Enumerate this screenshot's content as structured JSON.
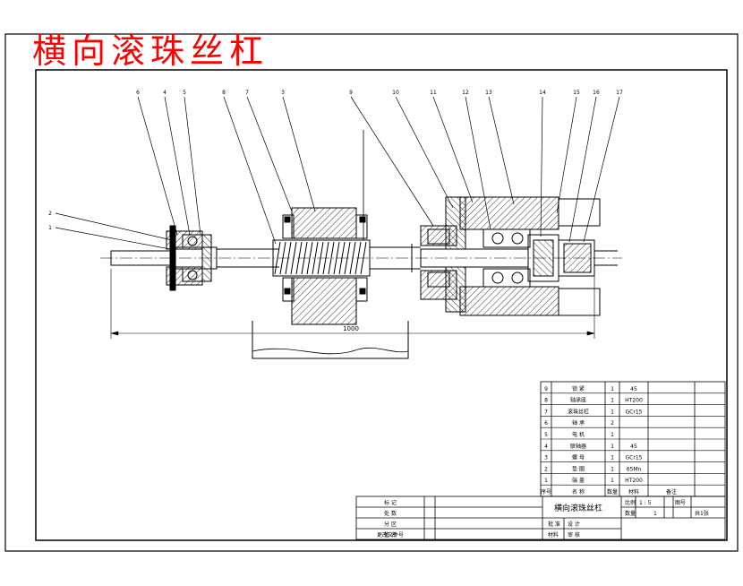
{
  "drawing_title": "横向滚珠丝杠",
  "part_numbers": [
    "6",
    "4",
    "5",
    "8",
    "7",
    "3",
    "9",
    "10",
    "11",
    "12",
    "13",
    "14",
    "15",
    "16",
    "17"
  ],
  "side_numbers": [
    "2",
    "1"
  ],
  "overall_dimension": "1000",
  "title_block": {
    "drawing_name": "横向滚珠丝杠",
    "scale_label": "比例",
    "scale_value": "1 : 5",
    "drawing_no_label": "图号",
    "quantity_label": "数量",
    "quantity_value": "1",
    "sheet_label": "共1张",
    "designer_label": "设 计",
    "checker_label": "审 核",
    "approver_label": "批 准",
    "material_label": "材料",
    "left_row_labels": [
      "标 记",
      "处 数",
      "分 区",
      "签 名",
      "更改文件号"
    ],
    "parts_header": [
      "序号",
      "名 称",
      "数量",
      "材料",
      "备注"
    ],
    "part_rows": [
      [
        "9",
        "锁 紧",
        "1",
        "45"
      ],
      [
        "8",
        "轴承座",
        "1",
        "HT200"
      ],
      [
        "7",
        "滚珠丝杠",
        "1",
        "GCr15"
      ],
      [
        "6",
        "轴 承",
        "2",
        ""
      ],
      [
        "5",
        "电 机",
        "1",
        ""
      ],
      [
        "4",
        "联轴器",
        "1",
        "45"
      ],
      [
        "3",
        "螺 母",
        "1",
        "GCr15"
      ],
      [
        "2",
        "垫 圈",
        "1",
        "65Mn"
      ],
      [
        "1",
        "端 盖",
        "1",
        "HT200"
      ]
    ]
  },
  "colors": {
    "title_red": "#ff0000",
    "line_black": "#000000",
    "hatch_gray": "#9a9a9a"
  }
}
